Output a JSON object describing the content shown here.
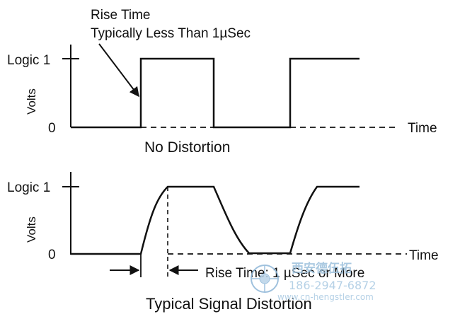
{
  "top_panel": {
    "annotation_line1": "Rise Time",
    "annotation_line2": "Typically Less Than 1µSec",
    "y_high_label": "Logic 1",
    "y_low_label": "0",
    "y_axis_label": "Volts",
    "x_axis_label": "Time",
    "caption": "No Distortion"
  },
  "bottom_panel": {
    "y_high_label": "Logic 1",
    "y_low_label": "0",
    "y_axis_label": "Volts",
    "x_axis_label": "Time",
    "rise_time_label": "Rise Time: 1 µSec or More",
    "caption": "Typical Signal Distortion"
  },
  "watermark": {
    "company": "西安德伍拓",
    "phone": "186-2947-6872",
    "url": "www.cn-hengstler.com"
  },
  "colors": {
    "ink": "#111111",
    "watermark": "#8fb7d8"
  }
}
